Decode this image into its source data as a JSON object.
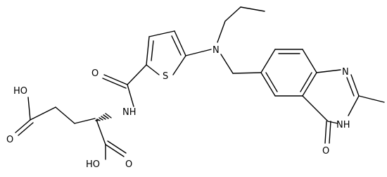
{
  "diagram": {
    "type": "chemical-structure",
    "colors": {
      "bond": "#000000",
      "label": "#000000",
      "background": "#ffffff"
    },
    "atom_labels": {
      "ho_top": "HO",
      "o_acid_bottom": "O",
      "nh_amide": "NH",
      "o_amide": "O",
      "s_thiophene": "S",
      "n_amine": "N",
      "ho_bottom": "HO",
      "o_alpha_acid": "O",
      "n_quinazoline": "N",
      "nh_quinazoline": "NH",
      "o_quinazolinone": "O"
    }
  }
}
